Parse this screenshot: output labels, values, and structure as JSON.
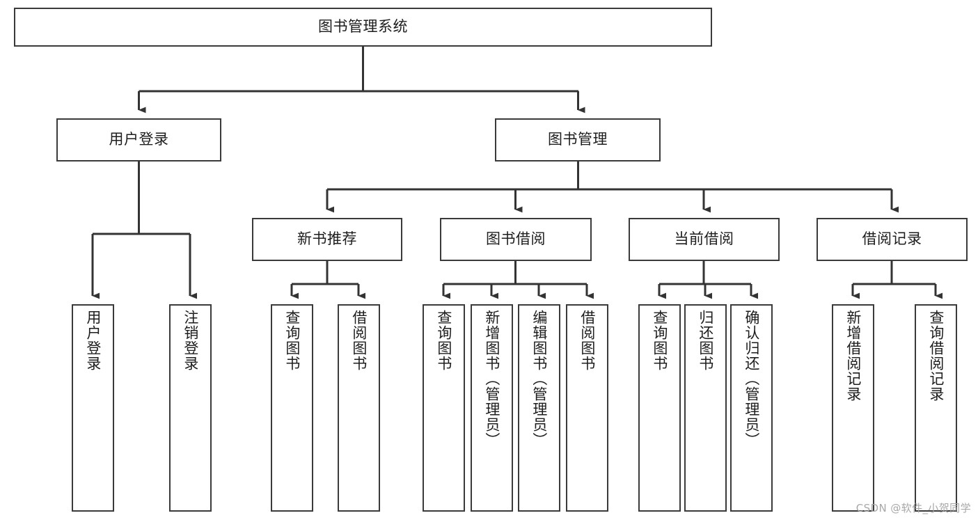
{
  "diagram": {
    "title": "图书管理系统",
    "type": "tree-hierarchy-chart",
    "watermark": "CSDN @软件_小贺同学",
    "colors": {
      "box_border": "#3a3a3a",
      "box_fill": "#ffffff",
      "connector": "#333333",
      "text": "#1d1d1d",
      "watermark": "#a8a8a8"
    },
    "nodes": {
      "root": {
        "label": "图书管理系统"
      },
      "level2": [
        {
          "id": "user-login",
          "label": "用户登录"
        },
        {
          "id": "book-manage",
          "label": "图书管理"
        }
      ],
      "level3": [
        {
          "id": "new-book-recommend",
          "label": "新书推荐"
        },
        {
          "id": "book-borrow",
          "label": "图书借阅"
        },
        {
          "id": "current-borrow",
          "label": "当前借阅"
        },
        {
          "id": "borrow-record",
          "label": "借阅记录"
        }
      ],
      "leaves": {
        "user_login": [
          {
            "id": "leaf-user-login",
            "label": "用户登录"
          },
          {
            "id": "leaf-logout-login",
            "label": "注销登录"
          }
        ],
        "new_book_recommend": [
          {
            "id": "leaf-query-book-1",
            "label": "查询图书"
          },
          {
            "id": "leaf-borrow-book-1",
            "label": "借阅图书"
          }
        ],
        "book_borrow": [
          {
            "id": "leaf-query-book-2",
            "label": "查询图书"
          },
          {
            "id": "leaf-add-book",
            "label": "新增图书（管理员）"
          },
          {
            "id": "leaf-edit-book",
            "label": "编辑图书（管理员）"
          },
          {
            "id": "leaf-borrow-book-2",
            "label": "借阅图书"
          }
        ],
        "current_borrow": [
          {
            "id": "leaf-query-book-3",
            "label": "查询图书"
          },
          {
            "id": "leaf-return-book",
            "label": "归还图书"
          },
          {
            "id": "leaf-confirm-return",
            "label": "确认归还（管理员）"
          }
        ],
        "borrow_record": [
          {
            "id": "leaf-add-record",
            "label": "新增借阅记录"
          },
          {
            "id": "leaf-query-record",
            "label": "查询借阅记录"
          }
        ]
      }
    }
  }
}
